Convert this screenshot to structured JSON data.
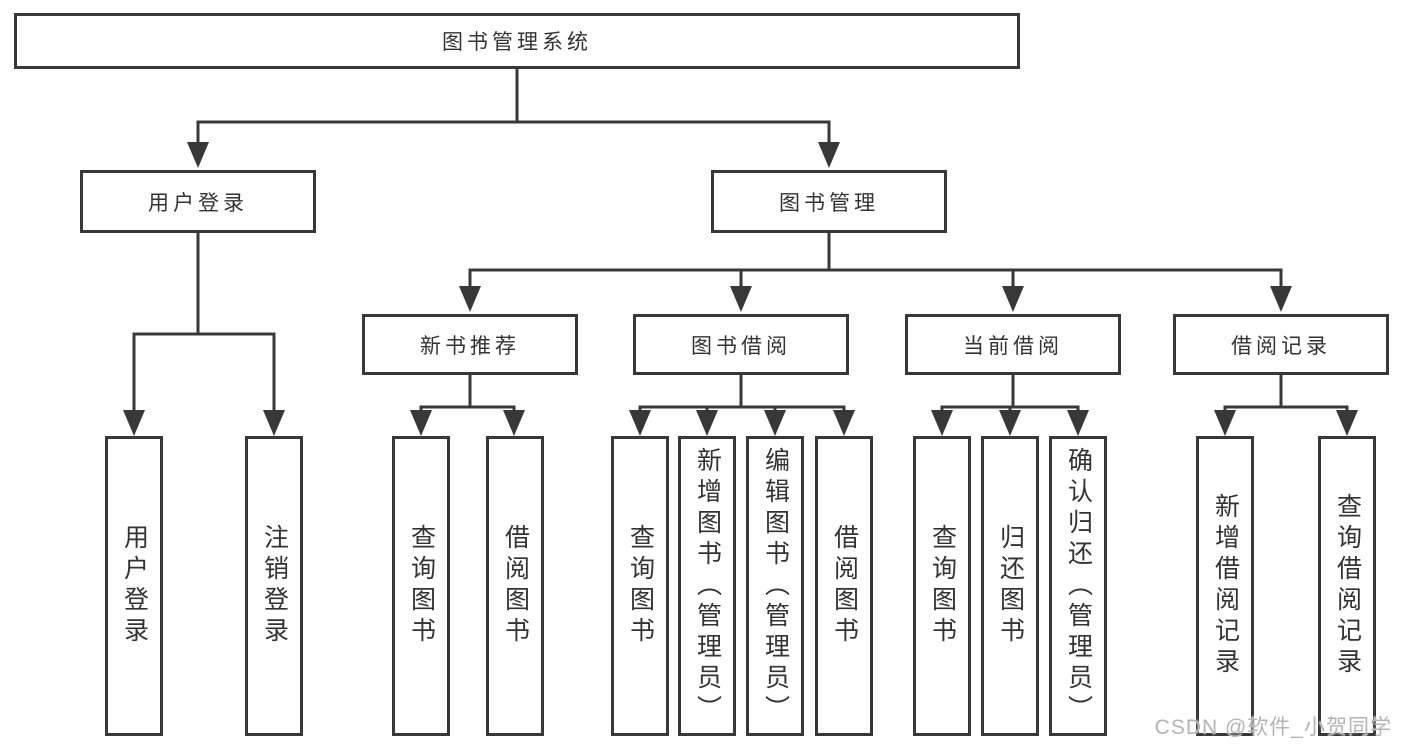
{
  "diagram": {
    "type": "hierarchy",
    "colors": {
      "line": "#383838",
      "box_border": "#383838",
      "text": "#333333",
      "background": "#ffffff",
      "watermark": "#b4b4b4"
    },
    "tree": {
      "label": "图书管理系统",
      "children": [
        {
          "label": "用户登录",
          "children": [
            {
              "label": "用户登录"
            },
            {
              "label": "注销登录"
            }
          ]
        },
        {
          "label": "图书管理",
          "children": [
            {
              "label": "新书推荐",
              "children": [
                {
                  "label": "查询图书"
                },
                {
                  "label": "借阅图书"
                }
              ]
            },
            {
              "label": "图书借阅",
              "children": [
                {
                  "label": "查询图书"
                },
                {
                  "label": "新增图书（管理员）"
                },
                {
                  "label": "编辑图书（管理员）"
                },
                {
                  "label": "借阅图书"
                }
              ]
            },
            {
              "label": "当前借阅",
              "children": [
                {
                  "label": "查询图书"
                },
                {
                  "label": "归还图书"
                },
                {
                  "label": "确认归还（管理员）"
                }
              ]
            },
            {
              "label": "借阅记录",
              "children": [
                {
                  "label": "新增借阅记录"
                },
                {
                  "label": "查询借阅记录"
                }
              ]
            }
          ]
        }
      ]
    }
  },
  "watermark": {
    "text": "CSDN @软件_小贺同学"
  }
}
